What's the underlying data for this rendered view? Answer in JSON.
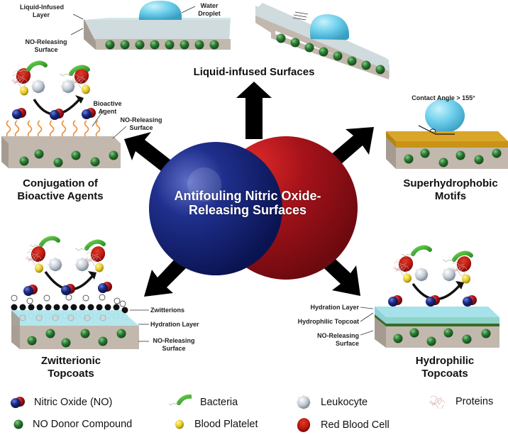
{
  "center": {
    "title_line1": "Antifouling Nitric Oxide-",
    "title_line2": "Releasing Surfaces",
    "colors": {
      "blue": "#1b2a80",
      "red": "#b01219"
    }
  },
  "panels": {
    "liquid_infused": {
      "title": "Liquid-infused Surfaces",
      "label_layer_1": "Liquid-Infused",
      "label_layer_2": "Layer",
      "label_droplet_1": "Water",
      "label_droplet_2": "Droplet",
      "label_surface_1": "NO-Releasing",
      "label_surface_2": "Surface"
    },
    "conjugation": {
      "title_line1": "Conjugation of",
      "title_line2": "Bioactive Agents",
      "label_agent_1": "Bioactive",
      "label_agent_2": "Agent",
      "label_surface_1": "NO-Releasing",
      "label_surface_2": "Surface"
    },
    "superhydrophobic": {
      "title_line1": "Superhydrophobic",
      "title_line2": "Motifs",
      "label_angle": "Contact Angle > 155°"
    },
    "zwitterionic": {
      "title_line1": "Zwitterionic",
      "title_line2": "Topcoats",
      "label_zwitterions": "Zwitterions",
      "label_hydration": "Hydration Layer",
      "label_surface_1": "NO-Releasing",
      "label_surface_2": "Surface"
    },
    "hydrophilic": {
      "title_line1": "Hydrophilic",
      "title_line2": "Topcoats",
      "label_hydration": "Hydration Layer",
      "label_topcoat": "Hydrophilic Topcoat",
      "label_surface_1": "NO-Releasing",
      "label_surface_2": "Surface"
    }
  },
  "legend": {
    "items": [
      {
        "label": "Nitric Oxide (NO)",
        "icon": "nitric-oxide-icon"
      },
      {
        "label": "Bacteria",
        "icon": "bacteria-icon"
      },
      {
        "label": "Leukocyte",
        "icon": "leukocyte-icon"
      },
      {
        "label": "Proteins",
        "icon": "proteins-icon"
      },
      {
        "label": "NO Donor Compound",
        "icon": "no-donor-icon"
      },
      {
        "label": "Blood Platelet",
        "icon": "platelet-icon"
      },
      {
        "label": "Red Blood Cell",
        "icon": "red-blood-cell-icon"
      }
    ]
  },
  "colors": {
    "slab_top": "#c2b8ae",
    "slab_side": "#a59b91",
    "donor_green": "#2f7a36",
    "droplet": "#6fd0ec",
    "gold": "#d9a52a",
    "hydration": "#a6e2ea",
    "topcoat_green": "#3a6a2a",
    "orange_chain": "#f08a2c"
  }
}
